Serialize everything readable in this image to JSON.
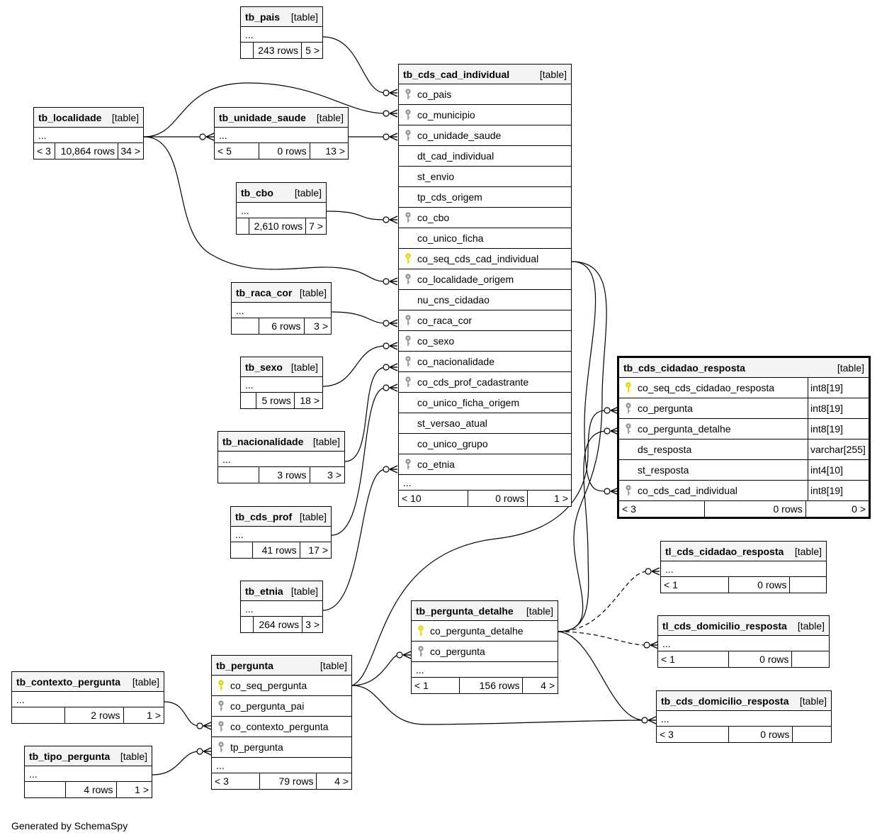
{
  "diagram": {
    "footer_note": "Generated by SchemaSpy",
    "colors": {
      "primary_key": "#e8d800",
      "foreign_key": "#9a9a9a",
      "header_bg": "#f4f4f4"
    }
  },
  "tables": {
    "tb_pais": {
      "name": "tb_pais",
      "type": "[table]",
      "more": "...",
      "footer": [
        "",
        "243 rows",
        "5 >"
      ]
    },
    "tb_localidade": {
      "name": "tb_localidade",
      "type": "[table]",
      "more": "...",
      "footer": [
        "< 3",
        "10,864 rows",
        "34 >"
      ]
    },
    "tb_unidade_saude": {
      "name": "tb_unidade_saude",
      "type": "[table]",
      "more": "...",
      "footer": [
        "< 5",
        "0 rows",
        "13 >"
      ]
    },
    "tb_cbo": {
      "name": "tb_cbo",
      "type": "[table]",
      "more": "...",
      "footer": [
        "",
        "2,610 rows",
        "7 >"
      ]
    },
    "tb_raca_cor": {
      "name": "tb_raca_cor",
      "type": "[table]",
      "more": "...",
      "footer": [
        "",
        "6 rows",
        "3 >"
      ]
    },
    "tb_sexo": {
      "name": "tb_sexo",
      "type": "[table]",
      "more": "...",
      "footer": [
        "",
        "5 rows",
        "18 >"
      ]
    },
    "tb_nacionalidade": {
      "name": "tb_nacionalidade",
      "type": "[table]",
      "more": "...",
      "footer": [
        "",
        "3 rows",
        "3 >"
      ]
    },
    "tb_cds_prof": {
      "name": "tb_cds_prof",
      "type": "[table]",
      "more": "...",
      "footer": [
        "",
        "41 rows",
        "17 >"
      ]
    },
    "tb_etnia": {
      "name": "tb_etnia",
      "type": "[table]",
      "more": "...",
      "footer": [
        "",
        "264 rows",
        "3 >"
      ]
    },
    "tb_contexto_pergunta": {
      "name": "tb_contexto_pergunta",
      "type": "[table]",
      "more": "...",
      "footer": [
        "",
        "2 rows",
        "1 >"
      ]
    },
    "tb_tipo_pergunta": {
      "name": "tb_tipo_pergunta",
      "type": "[table]",
      "more": "...",
      "footer": [
        "",
        "4 rows",
        "1 >"
      ]
    },
    "tb_cds_cad_individual": {
      "name": "tb_cds_cad_individual",
      "type": "[table]",
      "more": "...",
      "footer": [
        "< 10",
        "0 rows",
        "1 >"
      ],
      "columns": [
        {
          "name": "co_pais",
          "key": "fk"
        },
        {
          "name": "co_municipio",
          "key": "fk"
        },
        {
          "name": "co_unidade_saude",
          "key": "fk"
        },
        {
          "name": "dt_cad_individual",
          "key": ""
        },
        {
          "name": "st_envio",
          "key": ""
        },
        {
          "name": "tp_cds_origem",
          "key": ""
        },
        {
          "name": "co_cbo",
          "key": "fk"
        },
        {
          "name": "co_unico_ficha",
          "key": ""
        },
        {
          "name": "co_seq_cds_cad_individual",
          "key": "pk"
        },
        {
          "name": "co_localidade_origem",
          "key": "fk"
        },
        {
          "name": "nu_cns_cidadao",
          "key": ""
        },
        {
          "name": "co_raca_cor",
          "key": "fk"
        },
        {
          "name": "co_sexo",
          "key": "fk"
        },
        {
          "name": "co_nacionalidade",
          "key": "fk"
        },
        {
          "name": "co_cds_prof_cadastrante",
          "key": "fk"
        },
        {
          "name": "co_unico_ficha_origem",
          "key": ""
        },
        {
          "name": "st_versao_atual",
          "key": ""
        },
        {
          "name": "co_unico_grupo",
          "key": ""
        },
        {
          "name": "co_etnia",
          "key": "fk"
        }
      ]
    },
    "tb_cds_cidadao_resposta": {
      "name": "tb_cds_cidadao_resposta",
      "type": "[table]",
      "footer": [
        "< 3",
        "0 rows",
        "0 >"
      ],
      "columns": [
        {
          "name": "co_seq_cds_cidadao_resposta",
          "key": "pk",
          "dtype": "int8[19]"
        },
        {
          "name": "co_pergunta",
          "key": "fk",
          "dtype": "int8[19]"
        },
        {
          "name": "co_pergunta_detalhe",
          "key": "fk",
          "dtype": "int8[19]"
        },
        {
          "name": "ds_resposta",
          "key": "",
          "dtype": "varchar[255]"
        },
        {
          "name": "st_resposta",
          "key": "",
          "dtype": "int4[10]"
        },
        {
          "name": "co_cds_cad_individual",
          "key": "fk",
          "dtype": "int8[19]"
        }
      ]
    },
    "tl_cds_cidadao_resposta": {
      "name": "tl_cds_cidadao_resposta",
      "type": "[table]",
      "more": "...",
      "footer": [
        "< 1",
        "0 rows",
        ""
      ]
    },
    "tl_cds_domicilio_resposta": {
      "name": "tl_cds_domicilio_resposta",
      "type": "[table]",
      "more": "...",
      "footer": [
        "< 1",
        "0 rows",
        ""
      ]
    },
    "tb_cds_domicilio_resposta": {
      "name": "tb_cds_domicilio_resposta",
      "type": "[table]",
      "more": "...",
      "footer": [
        "< 3",
        "0 rows",
        ""
      ]
    },
    "tb_pergunta_detalhe": {
      "name": "tb_pergunta_detalhe",
      "type": "[table]",
      "more": "...",
      "footer": [
        "< 1",
        "156 rows",
        "4 >"
      ],
      "columns": [
        {
          "name": "co_pergunta_detalhe",
          "key": "pk"
        },
        {
          "name": "co_pergunta",
          "key": "fk"
        }
      ]
    },
    "tb_pergunta": {
      "name": "tb_pergunta",
      "type": "[table]",
      "more": "...",
      "footer": [
        "< 3",
        "79 rows",
        "4 >"
      ],
      "columns": [
        {
          "name": "co_seq_pergunta",
          "key": "pk"
        },
        {
          "name": "co_pergunta_pai",
          "key": "fk"
        },
        {
          "name": "co_contexto_pergunta",
          "key": "fk"
        },
        {
          "name": "tp_pergunta",
          "key": "fk"
        }
      ]
    }
  },
  "relationships": [
    {
      "from": "tb_pais",
      "to": "tb_cds_cad_individual",
      "column": "co_pais",
      "style": "solid"
    },
    {
      "from": "tb_localidade",
      "to": "tb_cds_cad_individual",
      "column": "co_municipio",
      "style": "solid"
    },
    {
      "from": "tb_localidade",
      "to": "tb_unidade_saude",
      "style": "solid"
    },
    {
      "from": "tb_unidade_saude",
      "to": "tb_cds_cad_individual",
      "column": "co_unidade_saude",
      "style": "solid"
    },
    {
      "from": "tb_cbo",
      "to": "tb_cds_cad_individual",
      "column": "co_cbo",
      "style": "solid"
    },
    {
      "from": "tb_localidade",
      "to": "tb_cds_cad_individual",
      "column": "co_localidade_origem",
      "style": "solid"
    },
    {
      "from": "tb_raca_cor",
      "to": "tb_cds_cad_individual",
      "column": "co_raca_cor",
      "style": "solid"
    },
    {
      "from": "tb_sexo",
      "to": "tb_cds_cad_individual",
      "column": "co_sexo",
      "style": "solid"
    },
    {
      "from": "tb_nacionalidade",
      "to": "tb_cds_cad_individual",
      "column": "co_nacionalidade",
      "style": "solid"
    },
    {
      "from": "tb_cds_prof",
      "to": "tb_cds_cad_individual",
      "column": "co_cds_prof_cadastrante",
      "style": "solid"
    },
    {
      "from": "tb_etnia",
      "to": "tb_cds_cad_individual",
      "column": "co_etnia",
      "style": "solid"
    },
    {
      "from": "tb_cds_cad_individual",
      "to": "tb_cds_cidadao_resposta",
      "column": "co_cds_cad_individual",
      "style": "solid"
    },
    {
      "from": "tb_pergunta",
      "to": "tb_cds_cidadao_resposta",
      "column": "co_pergunta",
      "style": "solid"
    },
    {
      "from": "tb_pergunta_detalhe",
      "to": "tb_cds_cidadao_resposta",
      "column": "co_pergunta_detalhe",
      "style": "solid"
    },
    {
      "from": "tb_pergunta_detalhe",
      "to": "tl_cds_cidadao_resposta",
      "style": "dashed"
    },
    {
      "from": "tb_pergunta_detalhe",
      "to": "tl_cds_domicilio_resposta",
      "style": "dashed"
    },
    {
      "from": "tb_pergunta_detalhe",
      "to": "tb_cds_domicilio_resposta",
      "style": "solid"
    },
    {
      "from": "tb_pergunta",
      "to": "tb_cds_domicilio_resposta",
      "style": "solid"
    },
    {
      "from": "tb_pergunta",
      "to": "tb_pergunta_detalhe",
      "column": "co_pergunta",
      "style": "solid"
    },
    {
      "from": "tb_contexto_pergunta",
      "to": "tb_pergunta",
      "column": "co_contexto_pergunta",
      "style": "solid"
    },
    {
      "from": "tb_tipo_pergunta",
      "to": "tb_pergunta",
      "column": "tp_pergunta",
      "style": "solid"
    }
  ]
}
